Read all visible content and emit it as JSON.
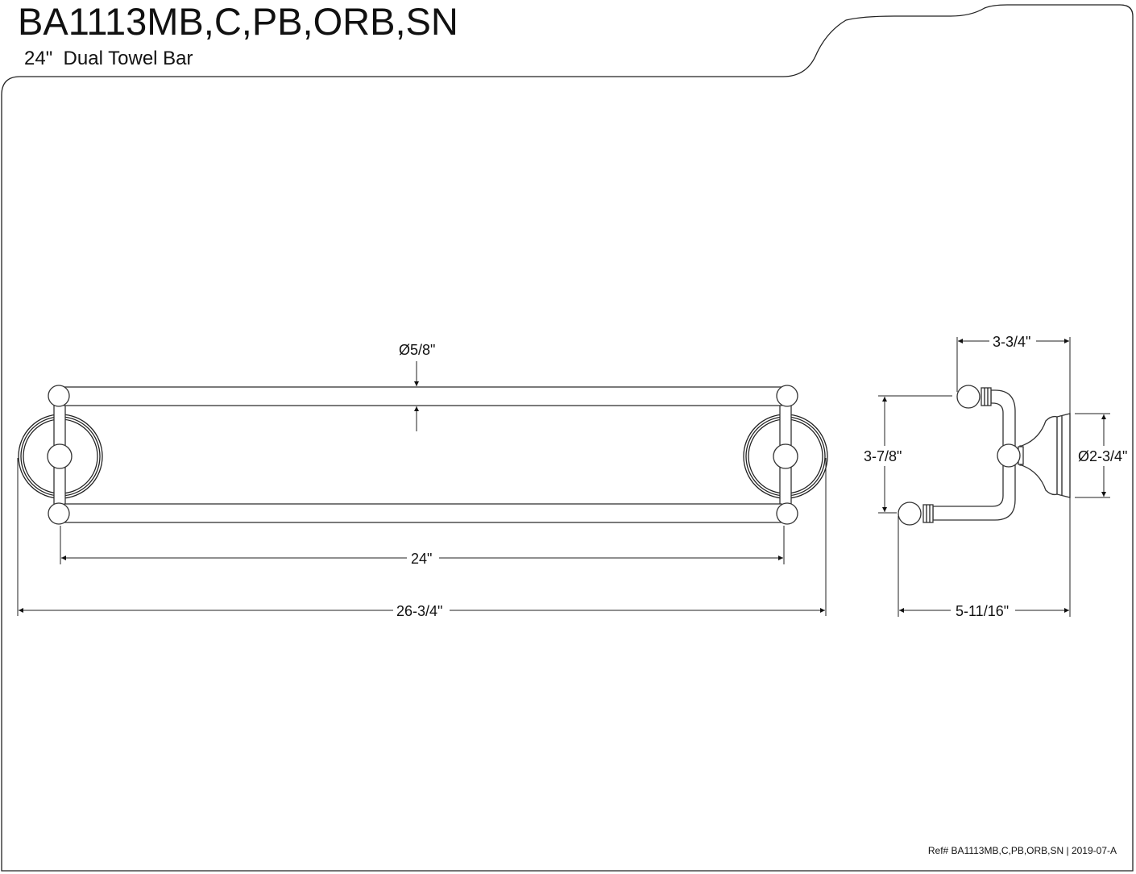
{
  "header": {
    "model": "BA1113MB,C,PB,ORB,SN",
    "description": "24\"  Dual Towel Bar"
  },
  "front_view": {
    "bar_diameter": "Ø5/8\"",
    "bar_length": "24\"",
    "overall_length": "26-3/4\""
  },
  "side_view": {
    "top_projection": "3-3/4\"",
    "bar_spacing": "3-7/8\"",
    "flange_diameter": "Ø2-3/4\"",
    "overall_projection": "5-11/16\""
  },
  "footer": {
    "reference": "Ref# BA1113MB,C,PB,ORB,SN | 2019-07-A"
  }
}
